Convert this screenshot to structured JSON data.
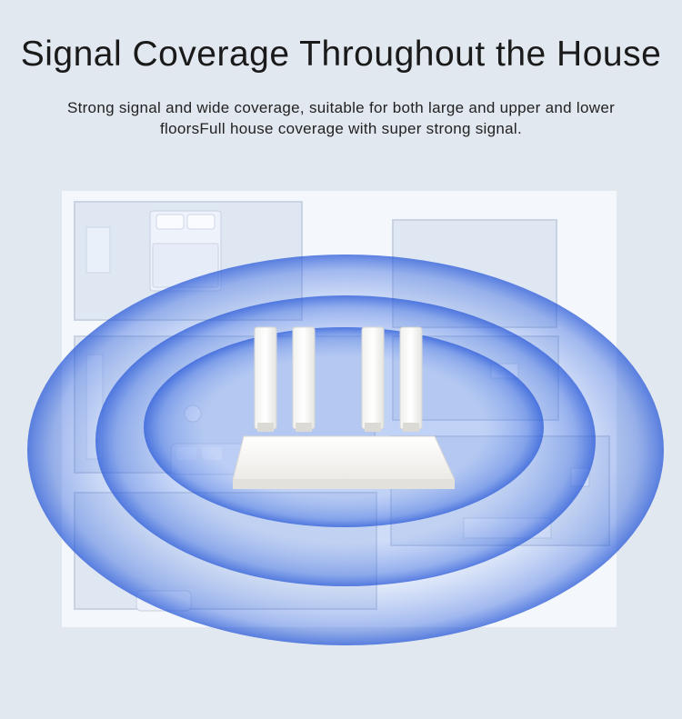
{
  "header": {
    "title": "Signal Coverage Throughout the House",
    "subtitle": "Strong signal and wide coverage, suitable for both large and upper and lower floorsFull house coverage with super strong signal."
  },
  "scene": {
    "floorplan": "house-floorplan",
    "device": "router-icon",
    "antenna_count": 4,
    "coverage_rings": 3,
    "colors": {
      "background": "#e2e8f0",
      "wall": "#f4f7fb",
      "floor": "#dfe7f3",
      "ring": "#3d6fe0",
      "router": "#f6f6f4"
    }
  }
}
